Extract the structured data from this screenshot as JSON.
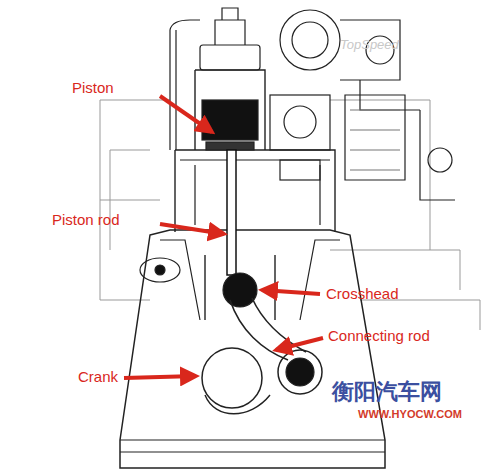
{
  "diagram": {
    "labels": [
      "Piston",
      "Piston rod",
      "Crosshead",
      "Connecting rod",
      "Crank",
      "TopSpeed",
      "衡阳汽车网",
      "WWW.HYOCW.COM"
    ]
  }
}
